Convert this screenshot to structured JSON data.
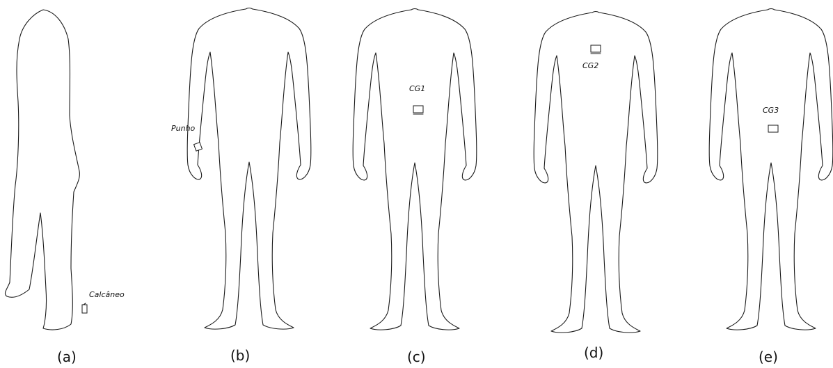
{
  "panels": [
    {
      "caption": "(a)",
      "sensor_label": "Calcâneo"
    },
    {
      "caption": "(b)",
      "sensor_label": "Punho"
    },
    {
      "caption": "(c)",
      "sensor_label": "CG1"
    },
    {
      "caption": "(d)",
      "sensor_label": "CG2"
    },
    {
      "caption": "(e)",
      "sensor_label": "CG3"
    }
  ]
}
